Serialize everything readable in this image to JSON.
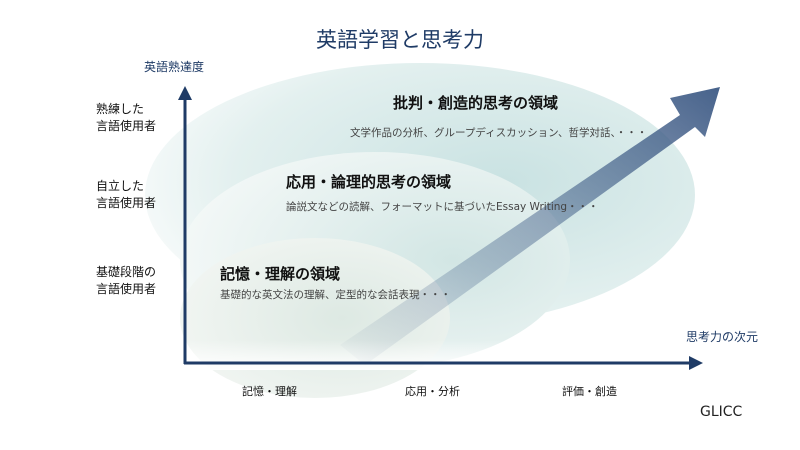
{
  "title": "英語学習と思考力",
  "y_axis_label": "英語熟達度",
  "x_axis_label": "思考力の次元",
  "levels": [
    {
      "line1": "熟練した",
      "line2": "言語使用者"
    },
    {
      "line1": "自立した",
      "line2": "言語使用者"
    },
    {
      "line1": "基礎段階の",
      "line2": "言語使用者"
    }
  ],
  "zones": [
    {
      "heading": "批判・創造的思考の領域",
      "desc": "文学作品の分析、グループディスカッション、哲学対話、・・・"
    },
    {
      "heading": "応用・論理的思考の領域",
      "desc": "論説文などの読解、フォーマットに基づいたEssay Writing・・・"
    },
    {
      "heading": "記憶・理解の領域",
      "desc": "基礎的な英文法の理解、定型的な会話表現・・・"
    }
  ],
  "x_ticks": [
    "記憶・理解",
    "応用・分析",
    "評価・創造"
  ],
  "brand": "GLICC",
  "colors": {
    "axis": "#1f3b66",
    "arrow": "#3d5a85",
    "zone": "#cfe4e4"
  }
}
